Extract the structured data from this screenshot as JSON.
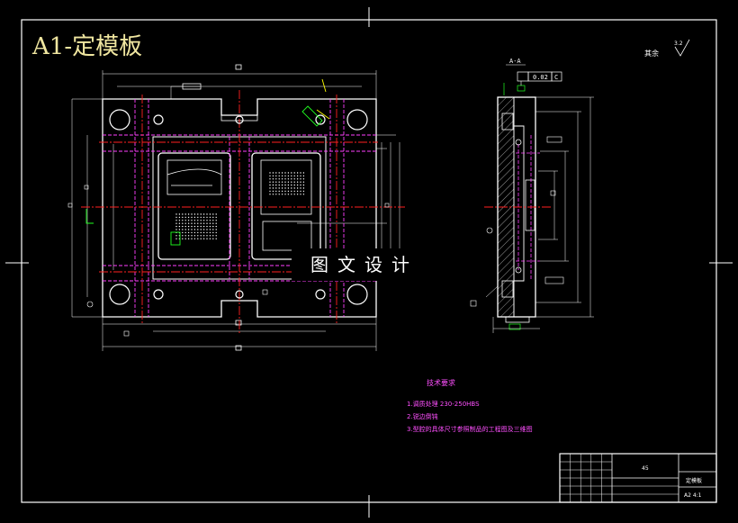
{
  "drawing": {
    "title": "A1-定模板",
    "section_label": "A-A",
    "tolerance_frame": {
      "value": "0.02",
      "datum": "C"
    },
    "roughness": {
      "label": "其余",
      "value": "3.2"
    },
    "tech_requirements": {
      "title": "技术要求",
      "items": [
        "1.调质处理 230-250HBS",
        "2.锐边倒钝",
        "3.型腔的具体尺寸参照制品的工程图及三维图"
      ]
    },
    "title_block": {
      "material": "45",
      "name": "定模板",
      "sheet": "A2  4:1"
    },
    "watermark": "图文设计"
  },
  "colors": {
    "outline": "#ffffff",
    "center": "#ff2020",
    "hidden": "#ff40ff",
    "accent": "#ffff00",
    "dims": "#ffffff",
    "green": "#20ff20",
    "title": "#f0e6a0",
    "notes": "#ff4fff"
  }
}
